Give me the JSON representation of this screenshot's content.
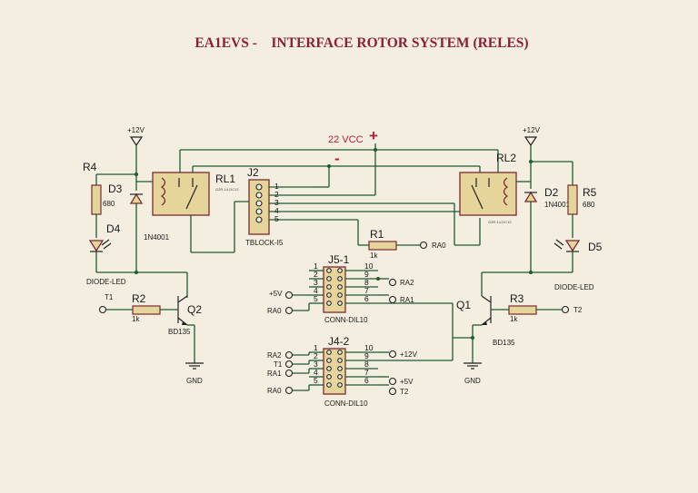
{
  "title": "EA1EVS -    INTERFACE ROTOR SYSTEM (RELES)",
  "supply": {
    "label": "22 VCC",
    "plus": "+",
    "minus": "-"
  },
  "power": {
    "left": "+12V",
    "right": "+12V"
  },
  "ground": {
    "left": "GND",
    "right": "GND"
  },
  "relays": {
    "rl1": {
      "ref": "RL1",
      "part": "G2R-14-DC12"
    },
    "rl2": {
      "ref": "RL2",
      "part": "G2R-14-DC12"
    }
  },
  "diodes": {
    "d3": {
      "ref": "D3",
      "part": "1N4001"
    },
    "d2": {
      "ref": "D2",
      "part": "1N4001"
    },
    "d4": {
      "ref": "D4",
      "part": "DIODE-LED"
    },
    "d5": {
      "ref": "D5",
      "part": "DIODE-LED"
    }
  },
  "resistors": {
    "r4": {
      "ref": "R4",
      "value": "680"
    },
    "r5": {
      "ref": "R5",
      "value": "680"
    },
    "r1": {
      "ref": "R1",
      "value": "1k"
    },
    "r2": {
      "ref": "R2",
      "value": "1k"
    },
    "r3": {
      "ref": "R3",
      "value": "1k"
    }
  },
  "transistors": {
    "q2": {
      "ref": "Q2",
      "part": "BD135"
    },
    "q1": {
      "ref": "Q1",
      "part": "BD135"
    }
  },
  "terminal_block": {
    "ref": "J2",
    "part": "TBLOCK-I5",
    "pins": [
      "1",
      "2",
      "3",
      "4",
      "5"
    ]
  },
  "connectors": {
    "j5": {
      "ref": "J5-1",
      "part": "CONN-DIL10",
      "pins_left": [
        "1",
        "2",
        "3",
        "4",
        "5"
      ],
      "pins_right": [
        "10",
        "9",
        "8",
        "7",
        "6"
      ],
      "net_left": {
        "p4": "+5V",
        "p5": "RA0"
      },
      "net_right": {
        "p9": "RA2",
        "p7": "RA1"
      }
    },
    "j4": {
      "ref": "J4-2",
      "part": "CONN-DIL10",
      "pins_left": [
        "1",
        "2",
        "3",
        "4",
        "5"
      ],
      "pins_right": [
        "10",
        "9",
        "8",
        "7",
        "6"
      ],
      "net_left": {
        "p1": "RA2",
        "p2": "T1",
        "p3": "RA1",
        "p5": "RA0"
      },
      "net_right": {
        "p10": "+12V",
        "p7": "+5V",
        "p6": "T2"
      }
    }
  },
  "nets": {
    "t1": "T1",
    "t2": "T2",
    "ra0_r1": "RA0"
  },
  "colors": {
    "background": "#f3eedf",
    "title": "#8b1f3a",
    "wire": "#1e5a33",
    "component": "#7a2a30",
    "component_fill": "#e6d59a",
    "supply": "#b0203c"
  }
}
